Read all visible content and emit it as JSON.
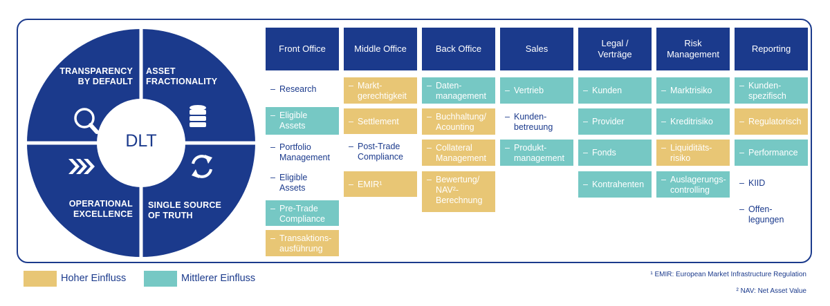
{
  "colors": {
    "navy": "#1b3a8c",
    "high": "#e8c675",
    "mid": "#76c8c4"
  },
  "wheel": {
    "center": "DLT",
    "quadrants": [
      {
        "label_lines": [
          "TRANSPARENCY",
          "BY DEFAULT"
        ],
        "icon": "magnifier-icon"
      },
      {
        "label_lines": [
          "ASSET",
          "FRACTIONALITY"
        ],
        "icon": "database-icon"
      },
      {
        "label_lines": [
          "OPERATIONAL",
          "EXCELLENCE"
        ],
        "icon": "chevrons-right-icon"
      },
      {
        "label_lines": [
          "SINGLE SOURCE",
          "OF TRUTH"
        ],
        "icon": "sync-arrows-icon"
      }
    ]
  },
  "columns": [
    {
      "header": "Front Office",
      "items": [
        {
          "text": "Research",
          "impact": "none"
        },
        {
          "text": "Eligible Assets",
          "impact": "mid"
        },
        {
          "text": "Portfolio Management",
          "impact": "none"
        },
        {
          "text": "Eligible Assets",
          "impact": "none"
        },
        {
          "text": "Pre-Trade Compliance",
          "impact": "mid"
        },
        {
          "text": "Transaktions-ausführung",
          "impact": "high"
        }
      ]
    },
    {
      "header": "Middle Office",
      "items": [
        {
          "text": "Markt-gerechtigkeit",
          "impact": "high"
        },
        {
          "text": "Settlement",
          "impact": "high"
        },
        {
          "text": "Post-Trade Compliance",
          "impact": "none"
        },
        {
          "text": "EMIR¹",
          "impact": "high"
        }
      ]
    },
    {
      "header": "Back Office",
      "items": [
        {
          "text": "Daten-management",
          "impact": "mid"
        },
        {
          "text": "Buchhaltung/ Acounting",
          "impact": "high"
        },
        {
          "text": "Collateral Management",
          "impact": "high"
        },
        {
          "text": "Bewertung/ NAV²-Berechnung",
          "impact": "high"
        }
      ]
    },
    {
      "header": "Sales",
      "items": [
        {
          "text": "Vertrieb",
          "impact": "mid"
        },
        {
          "text": "Kunden-betreuung",
          "impact": "none"
        },
        {
          "text": "Produkt-management",
          "impact": "mid"
        }
      ]
    },
    {
      "header": "Legal / Verträge",
      "items": [
        {
          "text": "Kunden",
          "impact": "mid"
        },
        {
          "text": "Provider",
          "impact": "mid"
        },
        {
          "text": "Fonds",
          "impact": "mid"
        },
        {
          "text": "Kontrahenten",
          "impact": "mid"
        }
      ]
    },
    {
      "header": "Risk Management",
      "items": [
        {
          "text": "Marktrisiko",
          "impact": "mid"
        },
        {
          "text": "Kreditrisiko",
          "impact": "mid"
        },
        {
          "text": "Liquiditäts-risiko",
          "impact": "high"
        },
        {
          "text": "Auslagerungs-controlling",
          "impact": "mid"
        }
      ]
    },
    {
      "header": "Reporting",
      "items": [
        {
          "text": "Kunden-spezifisch",
          "impact": "mid"
        },
        {
          "text": "Regulatorisch",
          "impact": "high"
        },
        {
          "text": "Performance",
          "impact": "mid"
        },
        {
          "text": "KIID",
          "impact": "none"
        },
        {
          "text": "Offen-legungen",
          "impact": "none"
        }
      ]
    }
  ],
  "legend": {
    "high": "Hoher Einfluss",
    "mid": "Mittlerer Einfluss"
  },
  "footnotes": {
    "emir": "¹ EMIR: European Market Infrastructure Regulation",
    "nav": "² NAV: Net Asset Value"
  }
}
